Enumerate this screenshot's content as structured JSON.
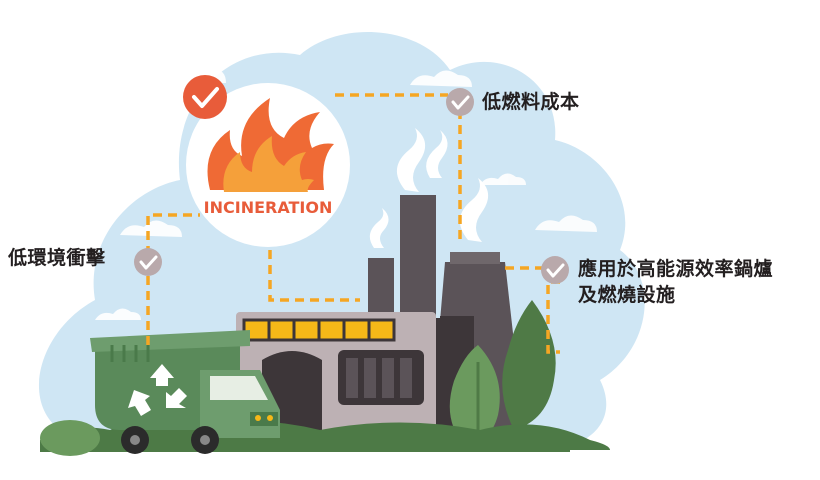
{
  "badge": {
    "text": "INCINERATION"
  },
  "benefits": [
    {
      "id": "left",
      "text": "低環境衝擊"
    },
    {
      "id": "top",
      "text": "低燃料成本"
    },
    {
      "id": "right",
      "line1": "應用於高能源效率鍋爐",
      "line2": "及燃燒設施"
    }
  ],
  "icons": [
    "check-icon",
    "flame-icon",
    "recycle-icon",
    "truck-icon",
    "factory-icon",
    "chimney-icon",
    "cloud-icon",
    "tree-icon"
  ],
  "colors": {
    "sky": "#cfe6f4",
    "cloud": "#ffffff",
    "dashed_line": "#f5a623",
    "check_badge": "#e85c3a",
    "check_grey": "#b9a9ab",
    "flame_outer": "#ef6a35",
    "flame_inner": "#f5a03a",
    "truck_green": "#5a8a5a",
    "ground_green": "#4d7a46",
    "factory_grey": "#5b5358",
    "window_yellow": "#f6b818"
  }
}
